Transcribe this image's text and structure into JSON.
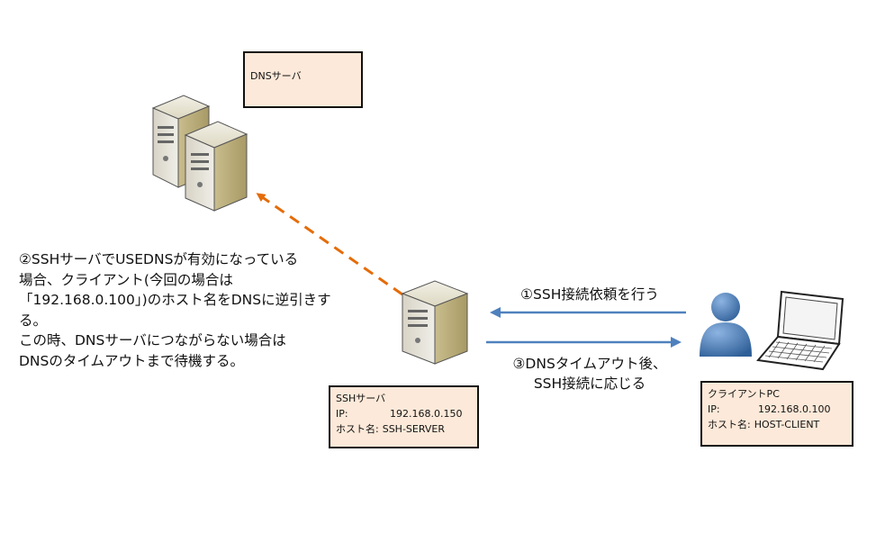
{
  "dns_server": {
    "label": "DNSサーバ"
  },
  "ssh_server": {
    "title": "SSHサーバ",
    "ip_key": "IP:",
    "ip_value": "192.168.0.150",
    "host_key": "ホスト名:",
    "host_value": "SSH-SERVER"
  },
  "client": {
    "title": "クライアントPC",
    "ip_key": "IP:",
    "ip_value": "192.168.0.100",
    "host_key": "ホスト名:",
    "host_value": "HOST-CLIENT"
  },
  "step1": "①SSH接続依頼を行う",
  "step3": {
    "line1": "③DNSタイムアウト後、",
    "line2": "SSH接続に応じる"
  },
  "step2_note": [
    "②SSHサーバでUSEDNSが有効になっている",
    "場合、クライアント(今回の場合は",
    "「192.168.0.100」)のホスト名をDNSに逆引きす",
    "る。",
    "この時、DNSサーバにつながらない場合は",
    "DNSのタイムアウトまで待機する。"
  ],
  "colors": {
    "box_fill": "#fde9d9",
    "dashed_arrow": "#e46c0a",
    "solid_arrow": "#4f81bd",
    "person": "#3d73b2"
  },
  "icons": {
    "dns": "server-pair-icon",
    "ssh": "server-tower-icon",
    "client_person": "person-icon",
    "client_laptop": "laptop-icon"
  }
}
